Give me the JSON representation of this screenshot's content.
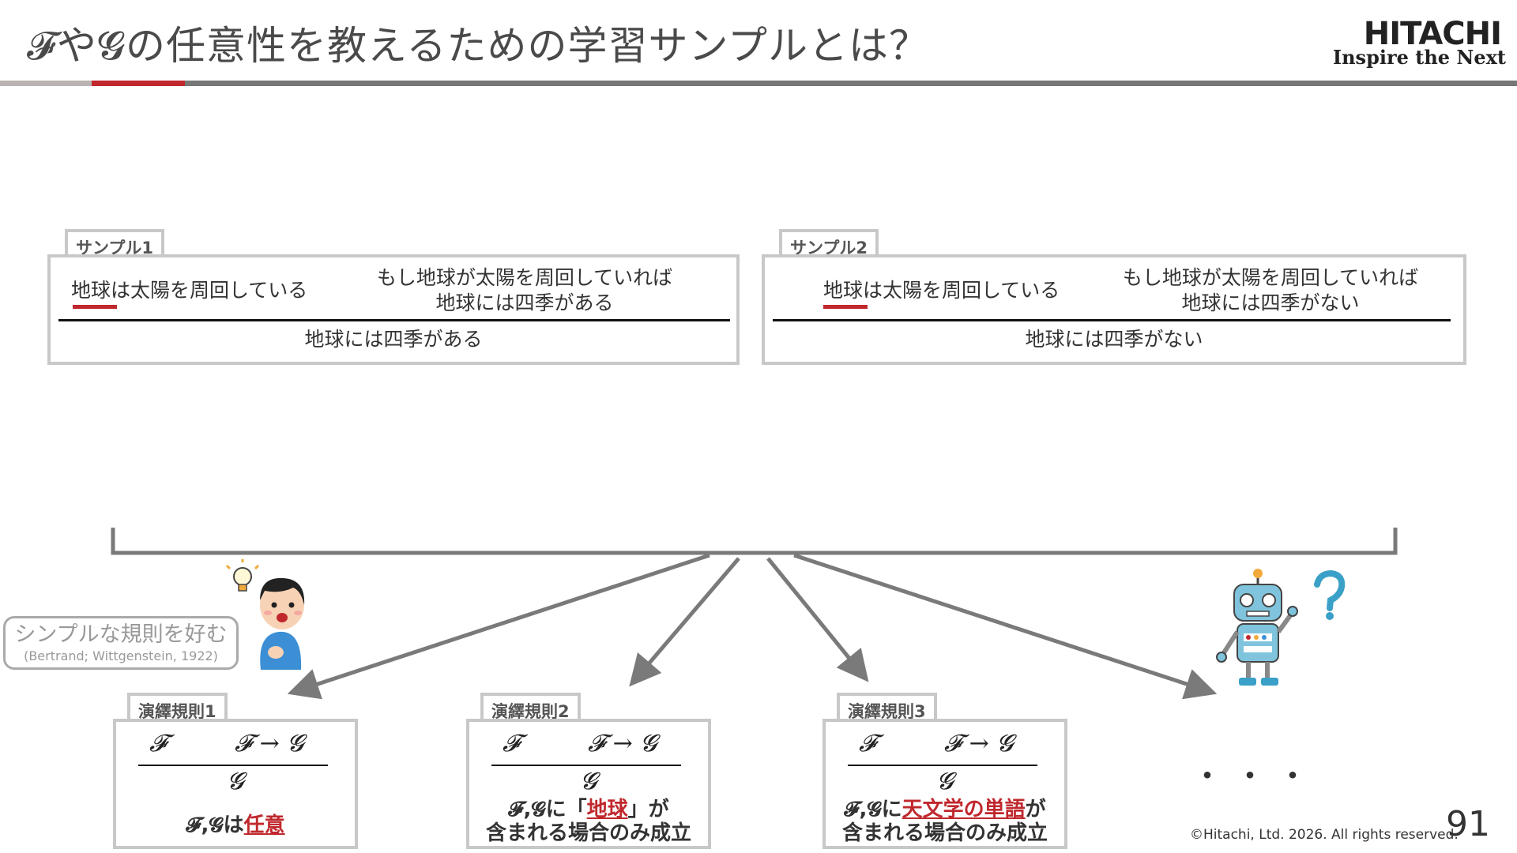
{
  "header": {
    "title": "𝓕や𝓖の任意性を教えるための学習サンプルとは？",
    "logo_main": "HITACHI",
    "logo_sub": "Inspire the Next"
  },
  "samples": [
    {
      "tab": "サンプル1",
      "premise_left": "地球は太陽を周回している",
      "premise_right_1": "もし地球が太陽を周回していれば",
      "premise_right_2": "地球には四季がある",
      "conclusion": "地球には四季がある"
    },
    {
      "tab": "サンプル2",
      "premise_left": "地球は太陽を周回している",
      "premise_right_1": "もし地球が太陽を周回していれば",
      "premise_right_2": "地球には四季がない",
      "conclusion": "地球には四季がない"
    }
  ],
  "bubble": {
    "text": "シンプルな規則を好む",
    "citation": "(Bertrand; Wittgenstein, 1922)"
  },
  "rules": [
    {
      "tab": "演繹規則1",
      "premise_f": "𝓕",
      "premise_impl": "𝓕 → 𝓖",
      "conclusion": "𝓖",
      "cond_prefix": "𝓕,𝓖は",
      "cond_red": "任意",
      "cond_suffix": "",
      "cond_line2": ""
    },
    {
      "tab": "演繹規則2",
      "premise_f": "𝓕",
      "premise_impl": "𝓕 → 𝓖",
      "conclusion": "𝓖",
      "cond_prefix": "𝓕,𝓖に「",
      "cond_red": "地球",
      "cond_suffix": "」が",
      "cond_line2": "含まれる場合のみ成立"
    },
    {
      "tab": "演繹規則3",
      "premise_f": "𝓕",
      "premise_impl": "𝓕 → 𝓖",
      "conclusion": "𝓖",
      "cond_prefix": "𝓕,𝓖に",
      "cond_red": "天文学の単語",
      "cond_suffix": "が",
      "cond_line2": "含まれる場合のみ成立"
    }
  ],
  "ellipsis": "・・・",
  "footer": {
    "copyright": "©Hitachi, Ltd. 2026. All rights reserved.",
    "page": "91"
  },
  "colors": {
    "accent_red": "#c0282d",
    "box_border": "#c8c8c8",
    "arrow_gray": "#7a7a7a"
  }
}
